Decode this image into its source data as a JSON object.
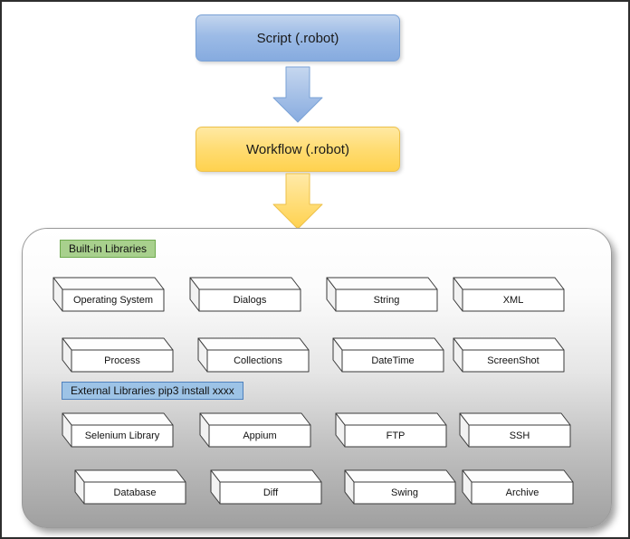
{
  "flow": {
    "script_label": "Script (.robot)",
    "workflow_label": "Workflow (.robot)"
  },
  "libraries": {
    "builtin_header": "Built-in Libraries",
    "external_header": "External Libraries pip3 install xxxx",
    "builtin": [
      "Operating System",
      "Dialogs",
      "String",
      "XML",
      "Process",
      "Collections",
      "DateTime",
      "ScreenShot"
    ],
    "external": [
      "Selenium Library",
      "Appium",
      "FTP",
      "SSH",
      "Database",
      "Diff",
      "Swing",
      "Archive"
    ]
  },
  "colors": {
    "script_box": "#9cbbe6",
    "workflow_box": "#ffd966",
    "builtin_badge": "#a8d08d",
    "external_badge": "#9dc3e6",
    "container_bottom": "#a0a0a0"
  }
}
